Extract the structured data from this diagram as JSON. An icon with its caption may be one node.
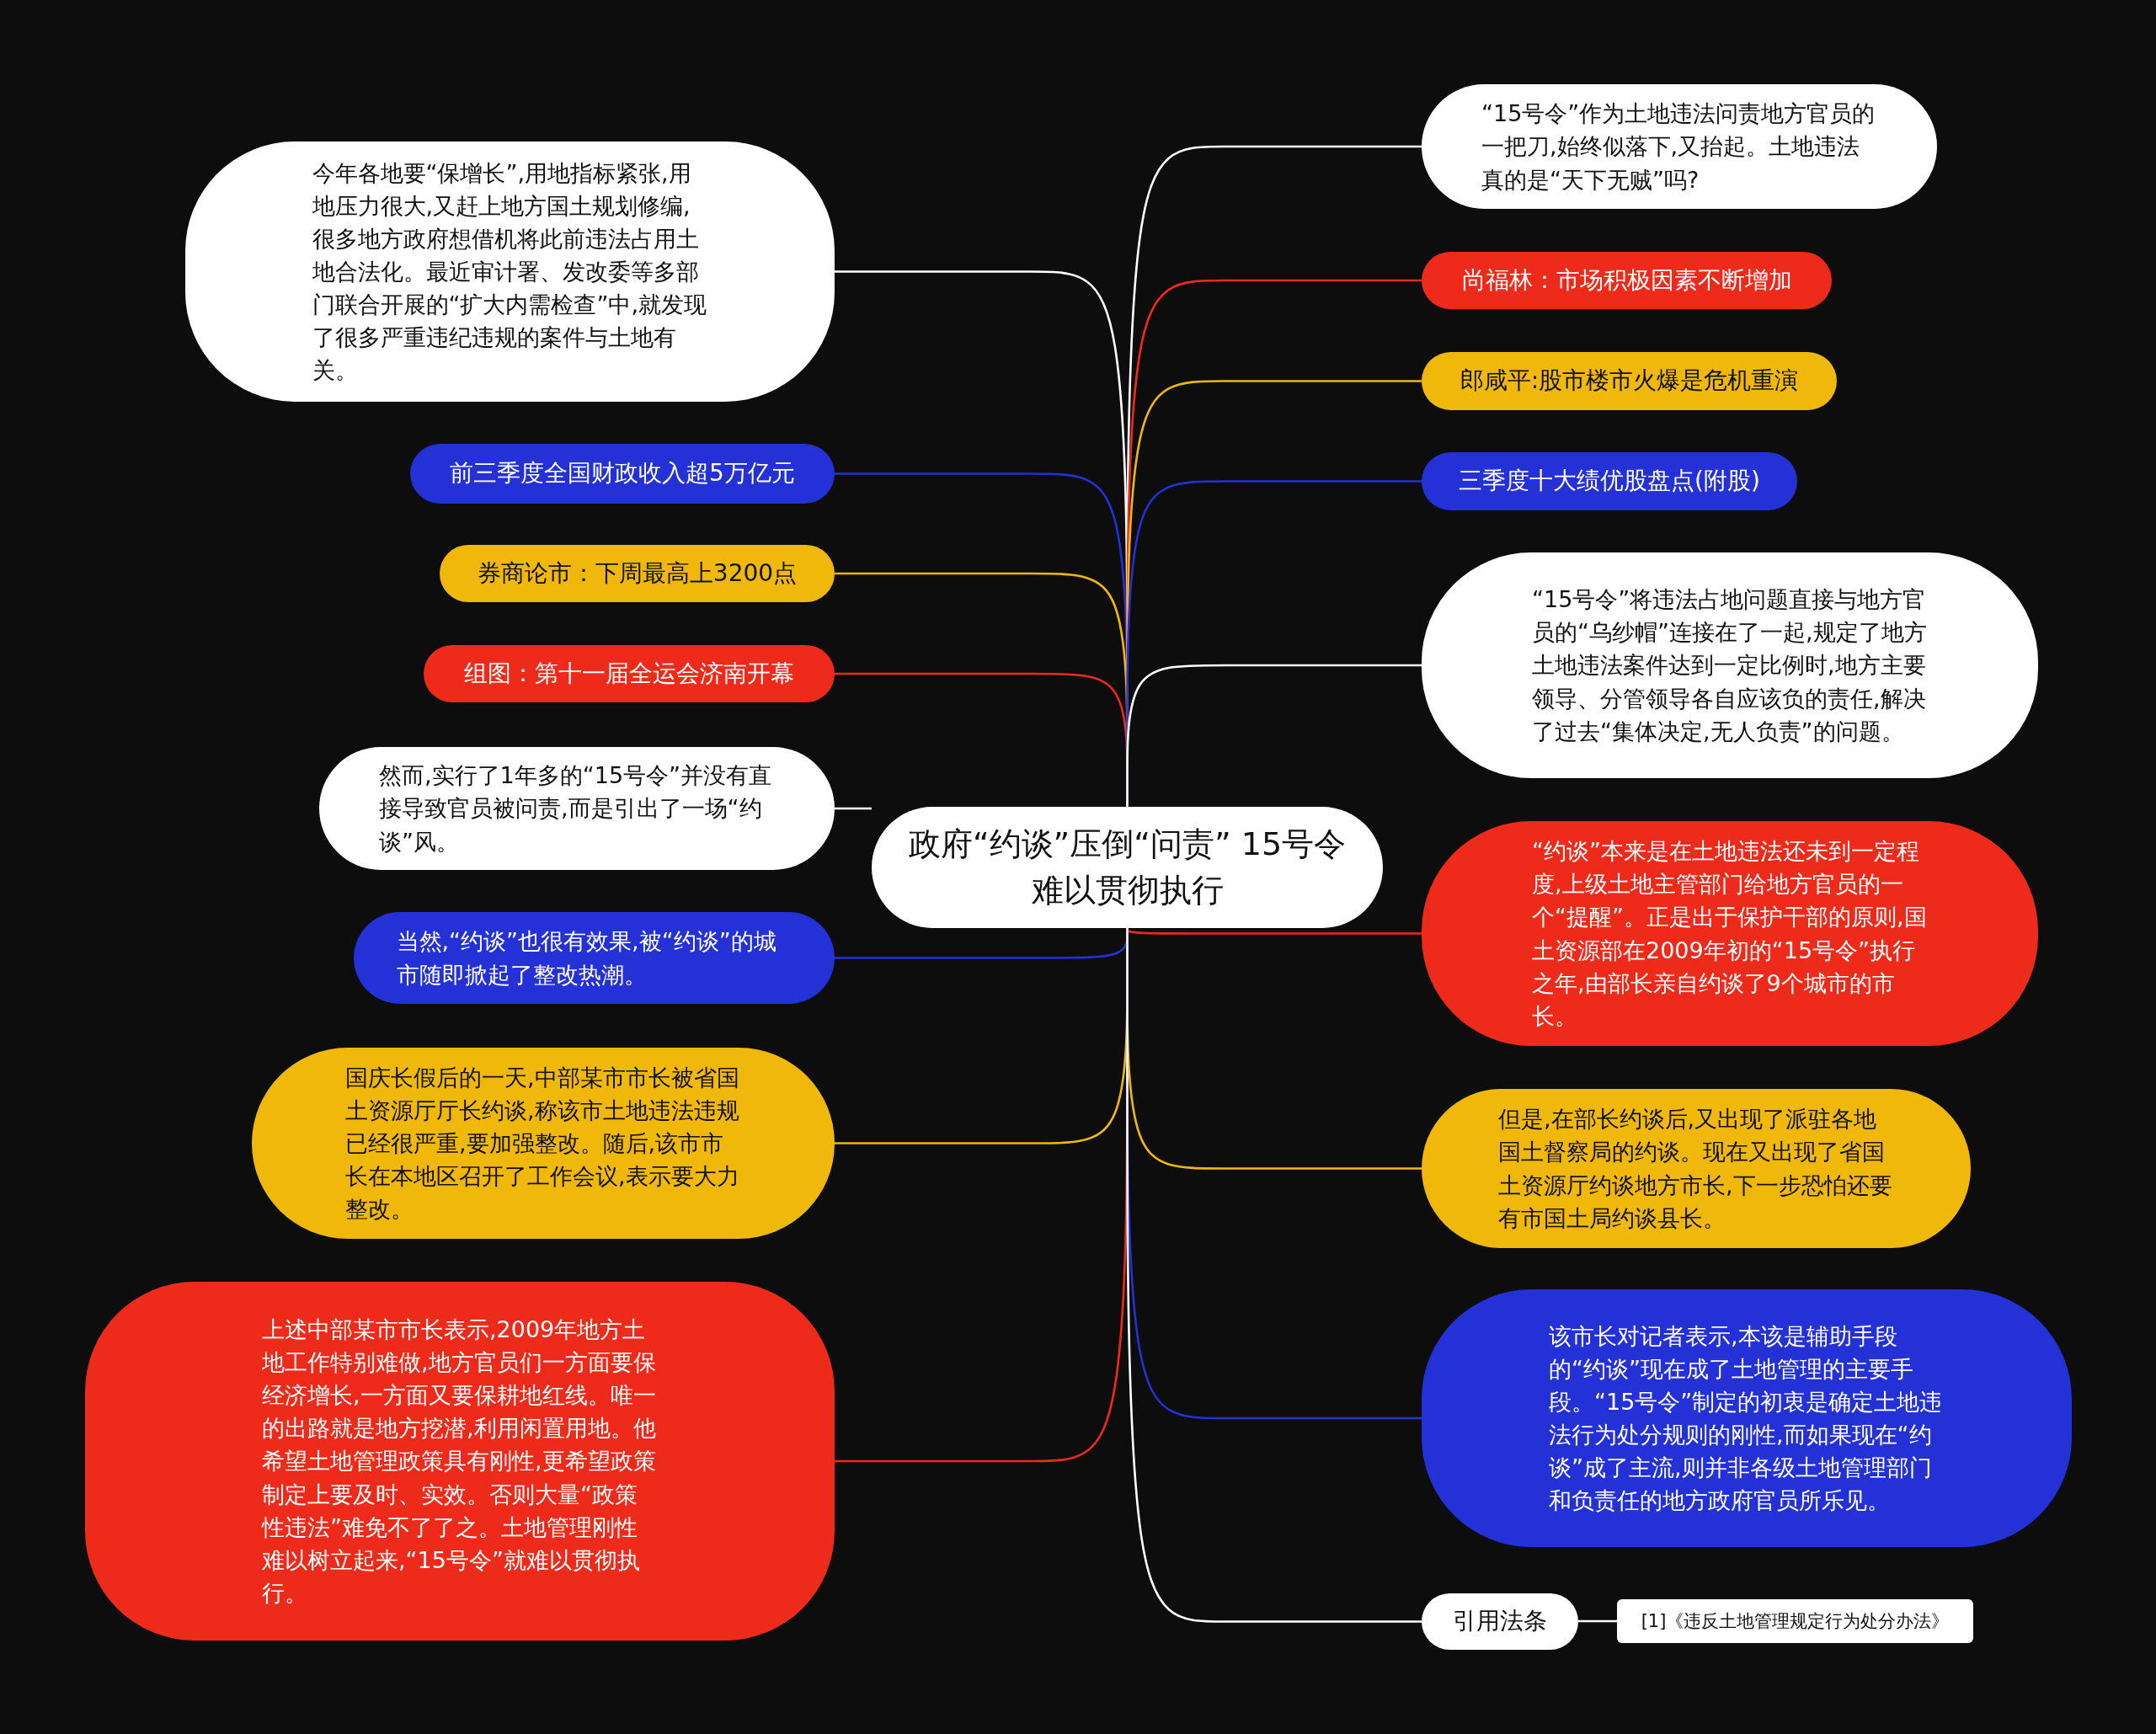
{
  "diagram": {
    "nodes": [
      {
        "text": [
          "政府“约谈”压倒“问责” 15号令难以贯彻执行"
        ]
      },
      {
        "text": [
          "今年各地要“保增长”,用地指标紧张,用地压力很大,又赶上地方国土规划修编,很多地方政府想借机将此前违法占用土地合法化。最近审计署、发改委等多部门联合开展的“扩大内需检查”中,就发现了很多严重违纪违规的案件与土地有关。"
        ]
      },
      {
        "text": [
          "前三季度全国财政收入超5万亿元"
        ]
      },
      {
        "text": [
          "券商论市：下周最高上3200点"
        ]
      },
      {
        "text": [
          "组图：第十一届全运会济南开幕"
        ]
      },
      {
        "text": [
          "然而,实行了1年多的“15号令”并没有直接导致官员被问责,而是引出了一场“约谈”风。"
        ]
      },
      {
        "text": [
          "当然,“约谈”也很有效果,被“约谈”的城市随即掀起了整改热潮。"
        ]
      },
      {
        "text": [
          "国庆长假后的一天,中部某市市长被省国土资源厅厅长约谈,称该市土地违法违规已经很严重,要加强整改。随后,该市市长在本地区召开了工作会议,表示要大力整改。"
        ]
      },
      {
        "text": [
          "上述中部某市市长表示,2009年地方土地工作特别难做,地方官员们一方面要保经济增长,一方面又要保耕地红线。唯一的出路就是地方挖潜,利用闲置用地。他希望土地管理政策具有刚性,更希望政策制定上要及时、实效。否则大量“政策性违法”难免不了了之。土地管理刚性难以树立起来,“15号令”就难以贯彻执行。"
        ]
      },
      {
        "text": [
          "“15号令”作为土地违法问责地方官员的一把刀,始终似落下,又抬起。土地违法真的是“天下无贼”吗?"
        ]
      },
      {
        "text": [
          "尚福林：市场积极因素不断增加"
        ]
      },
      {
        "text": [
          "郎咸平:股市楼市火爆是危机重演"
        ]
      },
      {
        "text": [
          "三季度十大绩优股盘点(附股)"
        ]
      },
      {
        "text": [
          "“15号令”将违法占地问题直接与地方官员的“乌纱帽”连接在了一起,规定了地方土地违法案件达到一定比例时,地方主要领导、分管领导各自应该负的责任,解决了过去“集体决定,无人负责”的问题。"
        ]
      },
      {
        "text": [
          "“约谈”本来是在土地违法还未到一定程度,上级土地主管部门给地方官员的一个“提醒”。正是出于保护干部的原则,国土资源部在2009年初的“15号令”执行之年,由部长亲自约谈了9个城市的市长。"
        ]
      },
      {
        "text": [
          "但是,在部长约谈后,又出现了派驻各地国土督察局的约谈。现在又出现了省国土资源厅约谈地方市长,下一步恐怕还要有市国土局约谈县长。"
        ]
      },
      {
        "text": [
          "该市长对记者表示,本该是辅助手段的“约谈”现在成了土地管理的主要手段。“15号令”制定的初衷是确定土地违法行为处分规则的刚性,而如果现在“约谈”成了主流,则并非各级土地管理部门和负责任的地方政府官员所乐见。"
        ]
      },
      {
        "text": [
          "引用法条"
        ]
      },
      {
        "text": [
          "[1]《违反土地管理规定行为处分办法》"
        ]
      }
    ],
    "edges": [
      {
        "from": 0,
        "to": 1,
        "arrow": "none"
      },
      {
        "from": 0,
        "to": 2,
        "arrow": "none",
        "color": "#2431d6"
      },
      {
        "from": 0,
        "to": 3,
        "arrow": "none",
        "color": "#f0b80a"
      },
      {
        "from": 0,
        "to": 4,
        "arrow": "none",
        "color": "#ee2a1b"
      },
      {
        "from": 0,
        "to": 5,
        "arrow": "none"
      },
      {
        "from": 0,
        "to": 6,
        "arrow": "none",
        "color": "#2431d6"
      },
      {
        "from": 0,
        "to": 7,
        "arrow": "none",
        "color": "#f0b80a"
      },
      {
        "from": 0,
        "to": 8,
        "arrow": "none",
        "color": "#ee2a1b"
      },
      {
        "from": 0,
        "to": 9,
        "arrow": "none"
      },
      {
        "from": 0,
        "to": 10,
        "arrow": "none",
        "color": "#ee2a1b"
      },
      {
        "from": 0,
        "to": 11,
        "arrow": "none",
        "color": "#f0b80a"
      },
      {
        "from": 0,
        "to": 12,
        "arrow": "none",
        "color": "#2431d6"
      },
      {
        "from": 0,
        "to": 13,
        "arrow": "none"
      },
      {
        "from": 0,
        "to": 14,
        "arrow": "none",
        "color": "#ee2a1b"
      },
      {
        "from": 0,
        "to": 15,
        "arrow": "none",
        "color": "#f0b80a"
      },
      {
        "from": 0,
        "to": 16,
        "arrow": "none",
        "color": "#2431d6"
      },
      {
        "from": 0,
        "to": 17,
        "arrow": "none"
      },
      {
        "from": 17,
        "to": 18,
        "arrow": "none"
      }
    ]
  }
}
